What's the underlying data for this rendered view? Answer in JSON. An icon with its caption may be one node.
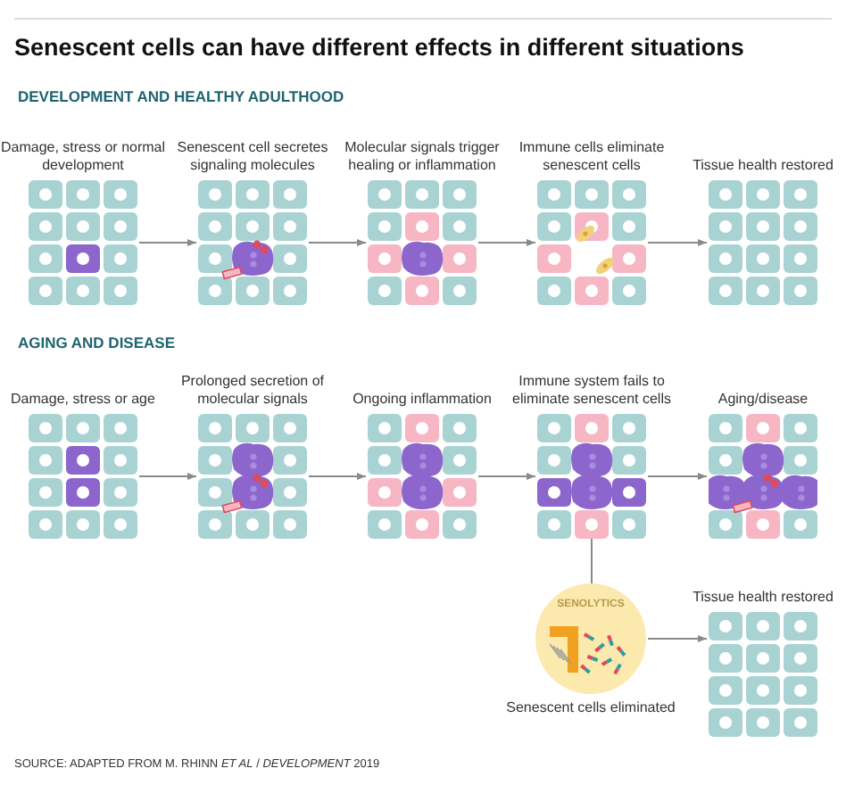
{
  "diagram": {
    "title": "Senescent cells can have different effects in different situations",
    "nodes": [
      {
        "text": [
          "Damage, stress or normal development"
        ]
      },
      {
        "text": [
          "Senescent cell secretes signaling molecules"
        ]
      },
      {
        "text": [
          "Molecular signals trigger healing or inflammation"
        ]
      },
      {
        "text": [
          "Immune cells eliminate senescent cells"
        ]
      },
      {
        "text": [
          "Tissue health restored"
        ]
      },
      {
        "text": [
          "Damage, stress or age"
        ]
      },
      {
        "text": [
          "Prolonged secretion of molecular signals"
        ]
      },
      {
        "text": [
          "Ongoing inflammation"
        ]
      },
      {
        "text": [
          "Immune system fails to eliminate senescent cells"
        ]
      },
      {
        "text": [
          "Aging/disease"
        ]
      },
      {
        "text": [
          "SENOLYTICS",
          "Senescent cells eliminated"
        ]
      },
      {
        "text": [
          "Tissue health restored"
        ]
      }
    ],
    "edges": [
      {
        "from": 0,
        "to": 1,
        "arrow": "to"
      },
      {
        "from": 1,
        "to": 2,
        "arrow": "to"
      },
      {
        "from": 2,
        "to": 3,
        "arrow": "to"
      },
      {
        "from": 3,
        "to": 4,
        "arrow": "to"
      },
      {
        "from": 5,
        "to": 6,
        "arrow": "to"
      },
      {
        "from": 6,
        "to": 7,
        "arrow": "to"
      },
      {
        "from": 7,
        "to": 8,
        "arrow": "to"
      },
      {
        "from": 8,
        "to": 9,
        "arrow": "to"
      },
      {
        "from": 8,
        "to": 10,
        "arrow": "none"
      },
      {
        "from": 10,
        "to": 11,
        "arrow": "to"
      }
    ],
    "labels": [
      "DEVELOPMENT AND HEALTHY ADULTHOOD",
      "AGING AND DISEASE"
    ],
    "caption": "SOURCE: ADAPTED FROM M. RHINN *ET AL* / *DEVELOPMENT* 2019"
  }
}
